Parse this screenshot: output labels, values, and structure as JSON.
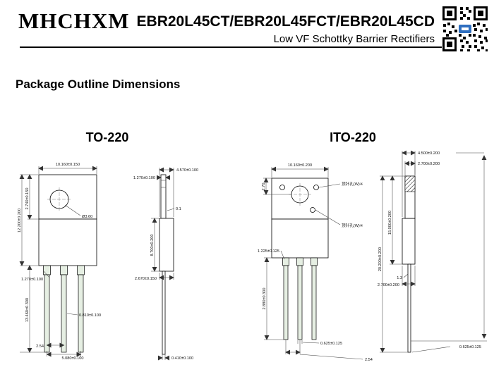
{
  "header": {
    "logo": "MHCHXM",
    "title": "EBR20L45CT/EBR20L45FCT/EBR20L45CD",
    "subtitle": "Low VF Schottky Barrier Rectifiers"
  },
  "section": {
    "title": "Package Outline Dimensions"
  },
  "colors": {
    "line": "#000000",
    "accent_blue": "#2f6fc0",
    "leg_fill": "#e6efe3"
  },
  "to220": {
    "label": "TO-220",
    "dims": {
      "top_width": "10.160±0.150",
      "tab_height": "2.740±0.150",
      "body_height": "12.200±0.200",
      "hole_dia": "Ø3.60",
      "shoulder": "1.270±0.100",
      "leg_length": "13.460±0.300",
      "lead_width": "0.810±0.100",
      "pitch": "2.54",
      "outer_pitch": "5.080±0.100",
      "side_overall": "4.570±0.100",
      "side_tab_thk": "1.270±0.100",
      "side_step": "0.1",
      "side_body_h": "8.700±0.200",
      "side_body_thk": "2.670±0.150",
      "side_lead_thk": "0.410±0.100"
    }
  },
  "ito220": {
    "label": "ITO-220",
    "dims": {
      "top_width": "10.160±0.200",
      "hole_offset": "2.70",
      "pin_hole_note_1": "顶针孔(W)※",
      "pin_hole_note_2": "顶针孔(W)※",
      "shoulder": "1.225±0.125",
      "leg_length": "2.880±0.300",
      "lead_width": "0.625±0.125",
      "pitch": "2.54",
      "side_overall": "4.500±0.200",
      "side_tab_thk": "2.700±0.200",
      "side_body_h": "15.000±0.200",
      "side_overall_h": "20.200±0.200",
      "side_step": "1.3",
      "side_body_thk": "2.700±0.200",
      "side_lead_thk": "0.625±0.125"
    }
  }
}
